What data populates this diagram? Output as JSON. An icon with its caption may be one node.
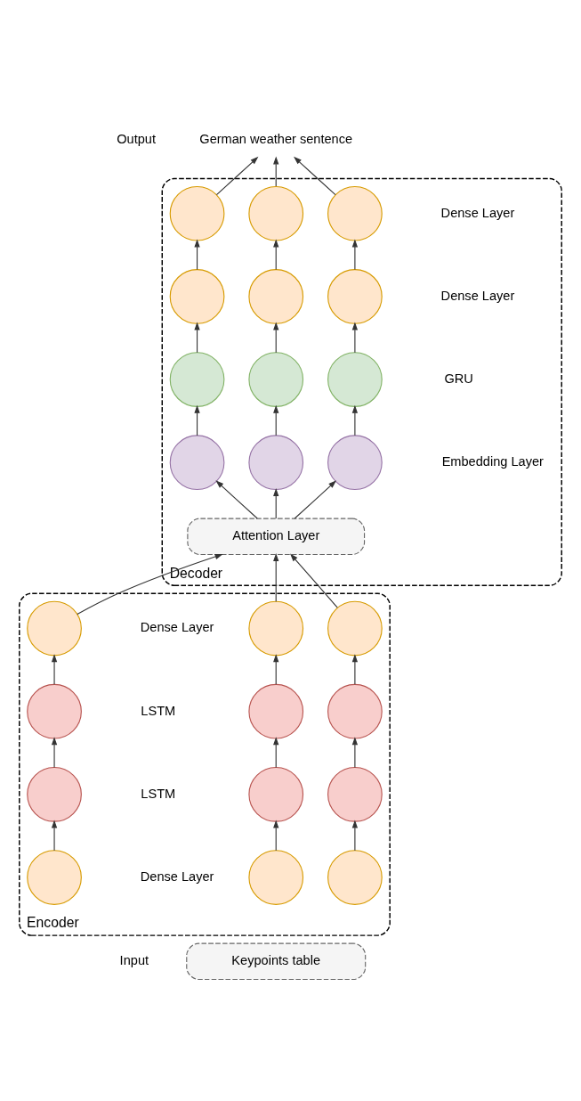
{
  "diagram": {
    "nodes": [
      {
        "text": [
          "German weather sentence"
        ]
      },
      {
        "text": [
          "Decoder"
        ]
      },
      {
        "text": [],
        "shape": "circle",
        "in": 1
      },
      {
        "text": [],
        "shape": "circle",
        "in": 1
      },
      {
        "text": [],
        "shape": "circle",
        "in": 1
      },
      {
        "text": [],
        "shape": "circle",
        "in": 1
      },
      {
        "text": [],
        "shape": "circle",
        "in": 1
      },
      {
        "text": [],
        "shape": "circle",
        "in": 1
      },
      {
        "text": [],
        "shape": "circle",
        "in": 1
      },
      {
        "text": [],
        "shape": "circle",
        "in": 1
      },
      {
        "text": [],
        "shape": "circle",
        "in": 1
      },
      {
        "text": [],
        "shape": "circle",
        "in": 1
      },
      {
        "text": [],
        "shape": "circle",
        "in": 1
      },
      {
        "text": [],
        "shape": "circle",
        "in": 1
      },
      {
        "text": [
          "Attention Layer"
        ],
        "in": 1
      },
      {
        "text": [
          "Encoder"
        ]
      },
      {
        "text": [],
        "shape": "circle",
        "in": 15
      },
      {
        "text": [],
        "shape": "circle",
        "in": 15
      },
      {
        "text": [],
        "shape": "circle",
        "in": 15
      },
      {
        "text": [],
        "shape": "circle",
        "in": 15
      },
      {
        "text": [],
        "shape": "circle",
        "in": 15
      },
      {
        "text": [],
        "shape": "circle",
        "in": 15
      },
      {
        "text": [],
        "shape": "circle",
        "in": 15
      },
      {
        "text": [],
        "shape": "circle",
        "in": 15
      },
      {
        "text": [],
        "shape": "circle",
        "in": 15
      },
      {
        "text": [],
        "shape": "circle",
        "in": 15
      },
      {
        "text": [],
        "shape": "circle",
        "in": 15
      },
      {
        "text": [],
        "shape": "circle",
        "in": 15
      },
      {
        "text": [
          "Keypoints table"
        ]
      }
    ],
    "edges": [
      {
        "from": 2,
        "to": 0,
        "arrow": "to"
      },
      {
        "from": 3,
        "to": 0,
        "arrow": "to"
      },
      {
        "from": 4,
        "to": 0,
        "arrow": "to"
      },
      {
        "from": 5,
        "to": 2,
        "arrow": "to"
      },
      {
        "from": 6,
        "to": 3,
        "arrow": "to"
      },
      {
        "from": 7,
        "to": 4,
        "arrow": "to"
      },
      {
        "from": 8,
        "to": 5,
        "arrow": "to"
      },
      {
        "from": 9,
        "to": 6,
        "arrow": "to"
      },
      {
        "from": 10,
        "to": 7,
        "arrow": "to"
      },
      {
        "from": 11,
        "to": 8,
        "arrow": "to"
      },
      {
        "from": 12,
        "to": 9,
        "arrow": "to"
      },
      {
        "from": 13,
        "to": 10,
        "arrow": "to"
      },
      {
        "from": 14,
        "to": 11,
        "arrow": "to"
      },
      {
        "from": 14,
        "to": 12,
        "arrow": "to"
      },
      {
        "from": 14,
        "to": 13,
        "arrow": "to"
      },
      {
        "from": 16,
        "to": 14,
        "arrow": "to"
      },
      {
        "from": 17,
        "to": 14,
        "arrow": "to"
      },
      {
        "from": 18,
        "to": 14,
        "arrow": "to"
      },
      {
        "from": 19,
        "to": 16,
        "arrow": "to"
      },
      {
        "from": 20,
        "to": 17,
        "arrow": "to"
      },
      {
        "from": 21,
        "to": 18,
        "arrow": "to"
      },
      {
        "from": 22,
        "to": 19,
        "arrow": "to"
      },
      {
        "from": 23,
        "to": 20,
        "arrow": "to"
      },
      {
        "from": 24,
        "to": 21,
        "arrow": "to"
      },
      {
        "from": 25,
        "to": 22,
        "arrow": "to"
      },
      {
        "from": 26,
        "to": 23,
        "arrow": "to"
      },
      {
        "from": 27,
        "to": 24,
        "arrow": "to"
      }
    ],
    "labels": [
      "Output",
      "Dense Layer",
      "Dense Layer",
      "GRU",
      "Embedding Layer",
      "Dense Layer",
      "LSTM",
      "LSTM",
      "Dense Layer",
      "Input"
    ]
  }
}
